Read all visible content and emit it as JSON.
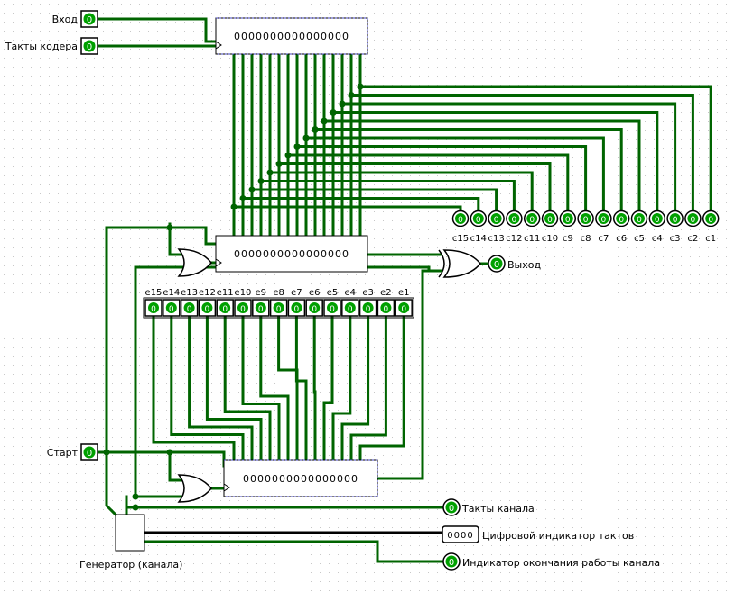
{
  "inputs": {
    "vhod_label": "Вход",
    "vhod_value": "0",
    "takty_kodera_label": "Такты кодера",
    "takty_kodera_value": "0",
    "start_label": "Старт",
    "start_value": "0"
  },
  "registers": {
    "top": "0000000000000000",
    "mid": "0000000000000000",
    "bottom": "0000000000000000"
  },
  "c_outputs": {
    "labels": [
      "c15",
      "c14",
      "c13",
      "c12",
      "c11",
      "c10",
      "c9",
      "c8",
      "c7",
      "c6",
      "c5",
      "c4",
      "c3",
      "c2",
      "c1"
    ],
    "value": "0"
  },
  "e_inputs": {
    "labels": [
      "e15",
      "e14",
      "e13",
      "e12",
      "e11",
      "e10",
      "e9",
      "e8",
      "e7",
      "e6",
      "e5",
      "e4",
      "e3",
      "e2",
      "e1"
    ],
    "value": "0"
  },
  "outputs": {
    "vyhod_label": "Выход",
    "vyhod_value": "0",
    "takty_kanala_label": "Такты канала",
    "takty_kanala_value": "0",
    "counter_label": "Цифровой индикатор тактов",
    "counter_value": "0000",
    "end_label": "Индикатор окончания работы канала",
    "end_value": "0"
  },
  "generator_label": "Генератор (канала)",
  "colors": {
    "wire": "#006400",
    "pin_fill": "#00a000",
    "bus": "#000000"
  }
}
